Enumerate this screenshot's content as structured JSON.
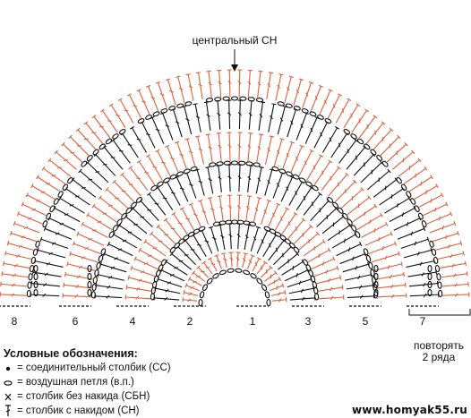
{
  "title_label": "центральный СН",
  "row_numbers": [
    "8",
    "6",
    "4",
    "2",
    "1",
    "3",
    "5",
    "7"
  ],
  "repeat_note": {
    "line1": "повторять",
    "line2": "2 ряда"
  },
  "legend": {
    "title": "Условные обозначения:",
    "items": [
      {
        "icon": "dot-icon",
        "text": "= соединительный столбик (СС)"
      },
      {
        "icon": "chain-oval-icon",
        "text": "= воздушная петля (в.п.)"
      },
      {
        "icon": "cross-icon",
        "text": "= столбик без накида (СБН)"
      },
      {
        "icon": "dc-stitch-icon",
        "text": "= столбик с накидом (СН)"
      }
    ]
  },
  "watermark": "www.homyak55.ru",
  "colors": {
    "red_rows": "#e0603a",
    "black_rows": "#111111"
  }
}
